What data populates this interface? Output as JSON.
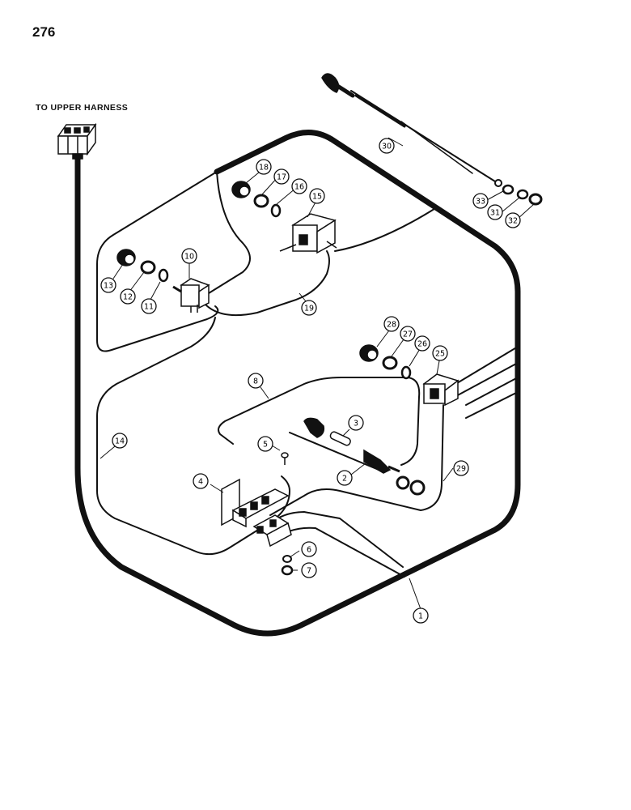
{
  "page_number": "276",
  "harness_label": "TO UPPER HARNESS",
  "callouts": [
    "1",
    "2",
    "3",
    "4",
    "5",
    "6",
    "7",
    "8",
    "10",
    "11",
    "12",
    "13",
    "14",
    "15",
    "16",
    "17",
    "18",
    "19",
    "25",
    "26",
    "27",
    "28",
    "29",
    "30",
    "31",
    "32",
    "33"
  ]
}
